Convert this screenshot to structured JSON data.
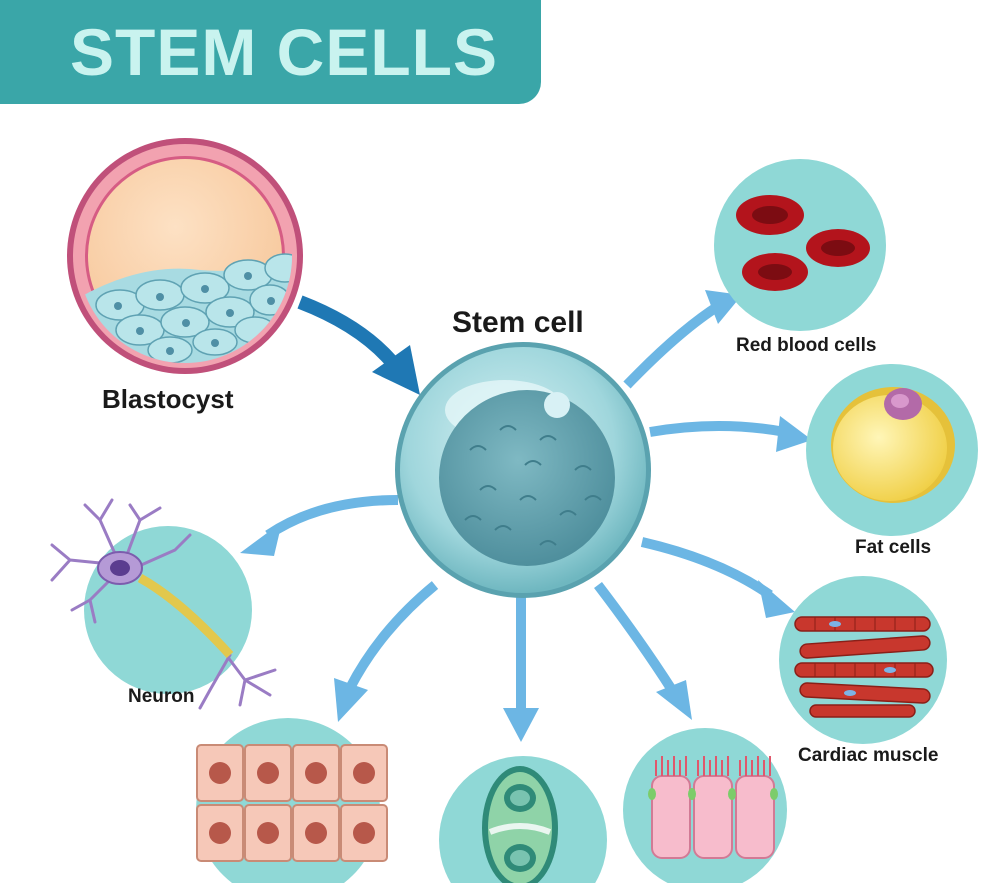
{
  "title": "STEM CELLS",
  "center": {
    "label": "Stem cell"
  },
  "source": {
    "label": "Blastocyst"
  },
  "cells": [
    {
      "id": "red-blood-cells",
      "label": "Red blood cells"
    },
    {
      "id": "fat-cells",
      "label": "Fat cells"
    },
    {
      "id": "cardiac-muscle",
      "label": "Cardiac muscle"
    },
    {
      "id": "neuron",
      "label": "Neuron"
    },
    {
      "id": "epithelial-cells",
      "label": ""
    },
    {
      "id": "cell-division",
      "label": ""
    },
    {
      "id": "intestinal-cells",
      "label": ""
    }
  ],
  "colors": {
    "banner": "#3aa6a8",
    "title_text": "#c9f3ef",
    "circle_bg": "#8fd8d6",
    "arrow": "#6cb6e4",
    "blastocyst_arrow": "#1f78b4",
    "red_blood": "#c0141c",
    "fat": "#f5df6a",
    "muscle": "#c8372d",
    "neuron": "#9a7cc4"
  }
}
